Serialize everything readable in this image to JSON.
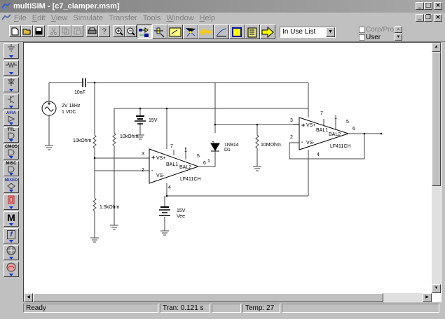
{
  "window": {
    "title": "multiSIM - [c7_clamper.msm]",
    "controls": [
      "_",
      "□",
      "×"
    ],
    "doc_controls": [
      "_",
      "❐",
      "×"
    ]
  },
  "menu": {
    "items": [
      {
        "label": "File",
        "underline": "F",
        "rest": "ile"
      },
      {
        "label": "Edit",
        "underline": "E",
        "rest": "dit"
      },
      {
        "label": "View",
        "underline": "V",
        "rest": "iew"
      },
      {
        "label": "Simulate",
        "underline": "",
        "rest": "Simulate"
      },
      {
        "label": "Transfer",
        "underline": "",
        "rest": "Transfer"
      },
      {
        "label": "Tools",
        "underline": "",
        "rest": "Tools"
      },
      {
        "label": "Window",
        "underline": "W",
        "rest": "indow"
      },
      {
        "label": "Help",
        "underline": "H",
        "rest": "elp"
      }
    ]
  },
  "toolbar": {
    "buttons": [
      "new-icon",
      "open-icon",
      "save-icon",
      "cut-icon",
      "copy-icon",
      "paste-icon",
      "print-icon",
      "help-icon",
      "zoom-in-icon",
      "zoom-out-icon"
    ],
    "tools": [
      "component-toggle-icon",
      "probe-icon",
      "instruments-icon",
      "netlist-icon",
      "analysis-graph-icon",
      "postprocessor-icon",
      "chip-icon",
      "description-icon",
      "transfer-arrow-icon"
    ],
    "in_use_list": "In Use List",
    "filter_corp": "Corp/Proj",
    "filter_user": "User"
  },
  "palette": {
    "items": [
      {
        "name": "sources",
        "label": ""
      },
      {
        "name": "basic",
        "label": ""
      },
      {
        "name": "diodes",
        "label": ""
      },
      {
        "name": "transistors",
        "label": ""
      },
      {
        "name": "analog-ics",
        "label": "AFIA"
      },
      {
        "name": "ttl",
        "label": "TTL"
      },
      {
        "name": "cmos",
        "label": "CMOS"
      },
      {
        "name": "misc-digital",
        "label": "MISC"
      },
      {
        "name": "mixed",
        "label": "MIXED"
      },
      {
        "name": "indicators",
        "label": ""
      },
      {
        "name": "misc",
        "label": "M"
      },
      {
        "name": "controls",
        "label": "f"
      },
      {
        "name": "rf",
        "label": ""
      },
      {
        "name": "electromechanical",
        "label": ""
      }
    ]
  },
  "schematic": {
    "source_label1": "2V 1kHz",
    "source_label2": "1 VDC",
    "cap_label": "10nF",
    "r1_label": "10kOhm",
    "r2_label": "10kOhm",
    "r3_label": "1.5kOhm",
    "r4_label": "10MOhm",
    "vcc_label": "15V",
    "vee_label1": "15V",
    "vee_label2": "Vee",
    "diode_label1": "1N914",
    "diode_label2": "D1",
    "opamp1": {
      "name": "LF411CH",
      "pins": {
        "p3": "3",
        "p2": "2",
        "p7": "7",
        "p1": "1",
        "p5": "5",
        "p6": "6",
        "p4": "4"
      },
      "vsp": "VS+",
      "vsm": "VS-",
      "bal1": "BAL1",
      "bal2": "BAL2"
    },
    "opamp2": {
      "name": "LF411CH",
      "pins": {
        "p3": "3",
        "p2": "2",
        "p7": "7",
        "p1": "1",
        "p5": "5",
        "p6": "6",
        "p4": "4"
      },
      "vsp": "VS+",
      "vsm": "VS-",
      "bal1": "BAL1",
      "bal2": "BAL2"
    },
    "diode_pin2": "2",
    "diode_pin1": "1"
  },
  "status": {
    "ready": "Ready",
    "tran": "Tran: 0.121 s",
    "empty": "",
    "temp": "Temp: 27"
  }
}
